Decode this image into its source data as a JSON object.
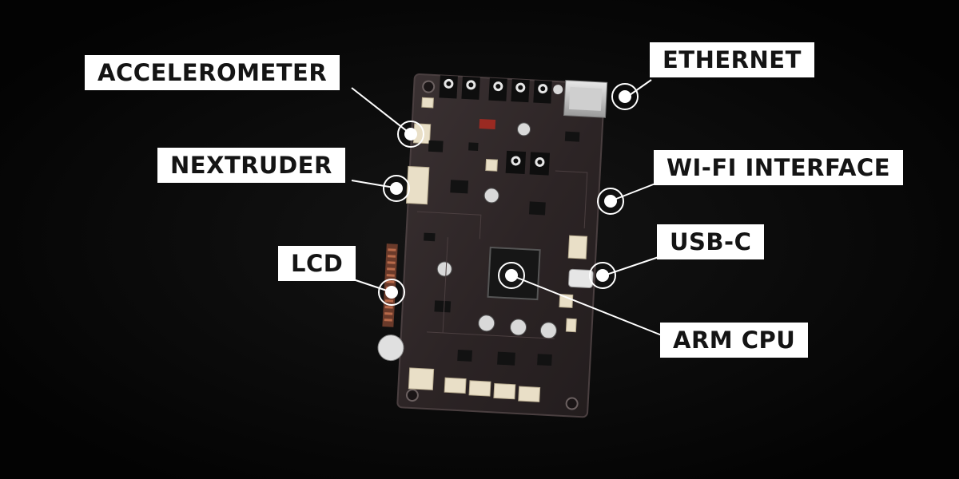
{
  "image": {
    "background_color": "#050505",
    "board_color": "#2e2627",
    "connector_color": "#e9dfc7",
    "jack_color": "#101010",
    "label_background": "#ffffff",
    "label_text_color": "#141414",
    "marker_color": "#ffffff"
  },
  "labels": {
    "accelerometer": "ACCELEROMETER",
    "nextruder": "NEXTRUDER",
    "lcd": "LCD",
    "ethernet": "ETHERNET",
    "wifi": "WI-FI INTERFACE",
    "usbc": "USB-C",
    "arm_cpu": "ARM CPU"
  }
}
